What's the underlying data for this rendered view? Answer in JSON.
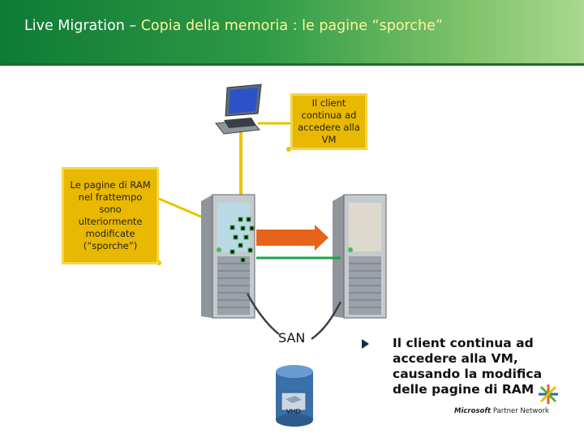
{
  "title": {
    "main": "Live Migration – ",
    "accent": "Copia della memoria : le pagine “sporche”"
  },
  "callouts": {
    "client": "Il client continua ad accedere alla VM",
    "ram": "Le pagine di RAM nel frattempo sono ulteriormente modificate (“sporche”)"
  },
  "san_label": "SAN",
  "vhd_label": "VHD",
  "bullet": "Il client continua ad accedere alla VM, causando la modifica delle pagine di RAM",
  "partner": {
    "brand": "Microsoft",
    "rest": "Partner Network"
  },
  "colors": {
    "header_green": "#0f7a35",
    "callout_yellow": "#e9b800",
    "arrow_orange": "#e8631a",
    "link_green": "#1aa34a"
  }
}
